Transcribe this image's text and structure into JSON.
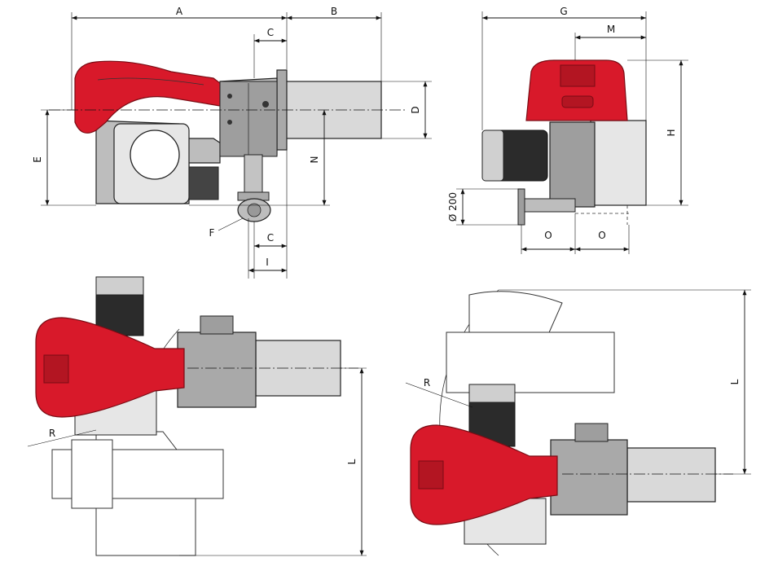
{
  "colors": {
    "housing_red": "#d8192a",
    "housing_red_dark": "#9a0f1a",
    "body_grey": "#bdbdbd",
    "body_grey_dark": "#8a8a8a",
    "tube_grey": "#d9d9d9",
    "motor_dark": "#2b2b2b",
    "line": "#111111"
  },
  "dimensions": {
    "A": "A",
    "B": "B",
    "C_top": "C",
    "C_bottom": "C",
    "D": "D",
    "E": "E",
    "F": "F",
    "I": "I",
    "N": "N",
    "G": "G",
    "M": "M",
    "H": "H",
    "diameter": "Ø 200",
    "O_left": "O",
    "O_right": "O",
    "R_left": "R",
    "R_right": "R",
    "L_left": "L",
    "L_right": "L"
  },
  "views": [
    {
      "name": "side-view"
    },
    {
      "name": "front-view"
    },
    {
      "name": "top-view-left"
    },
    {
      "name": "top-view-right"
    }
  ]
}
